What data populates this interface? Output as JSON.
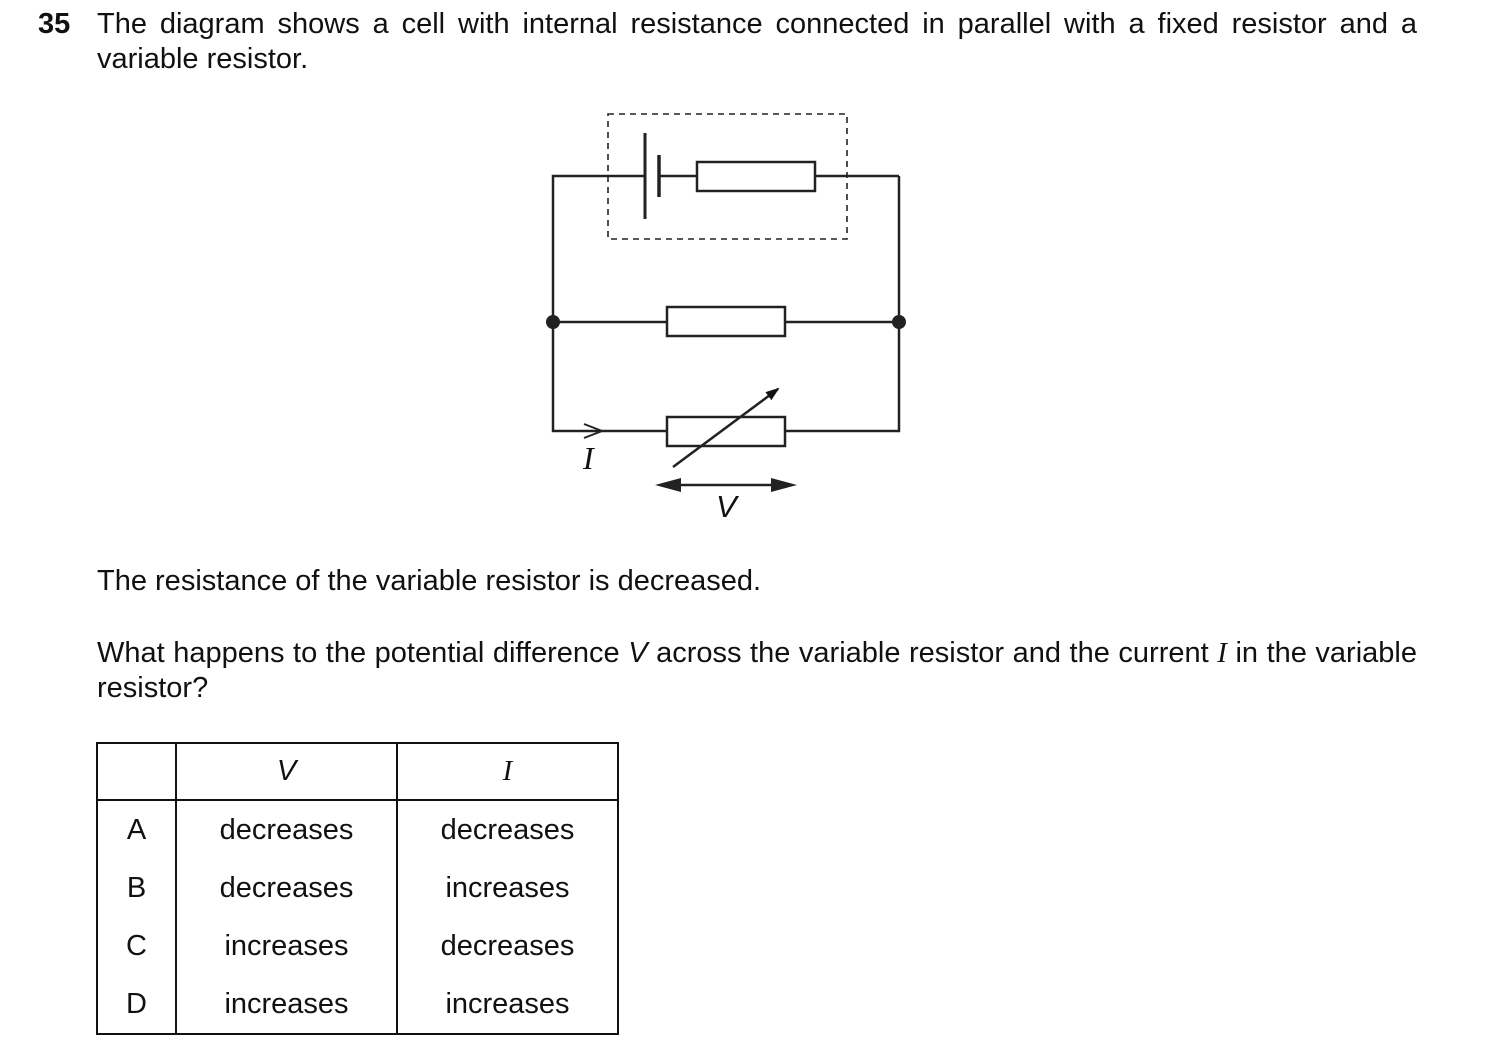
{
  "question": {
    "number": "35",
    "intro": "The diagram shows a cell with internal resistance connected in parallel with a fixed resistor and a variable resistor.",
    "statement": "The resistance of the variable resistor is decreased.",
    "prompt_part1": "What happens to the potential difference ",
    "prompt_v": "V",
    "prompt_part2": " across the variable resistor and the current ",
    "prompt_i": "I",
    "prompt_part3": " in the variable resistor?"
  },
  "diagram": {
    "current_label": "I",
    "voltage_label": "V"
  },
  "table": {
    "headers": [
      "",
      "V",
      "I"
    ],
    "rows": [
      {
        "key": "A",
        "v": "decreases",
        "i": "decreases"
      },
      {
        "key": "B",
        "v": "decreases",
        "i": "increases"
      },
      {
        "key": "C",
        "v": "increases",
        "i": "decreases"
      },
      {
        "key": "D",
        "v": "increases",
        "i": "increases"
      }
    ]
  }
}
